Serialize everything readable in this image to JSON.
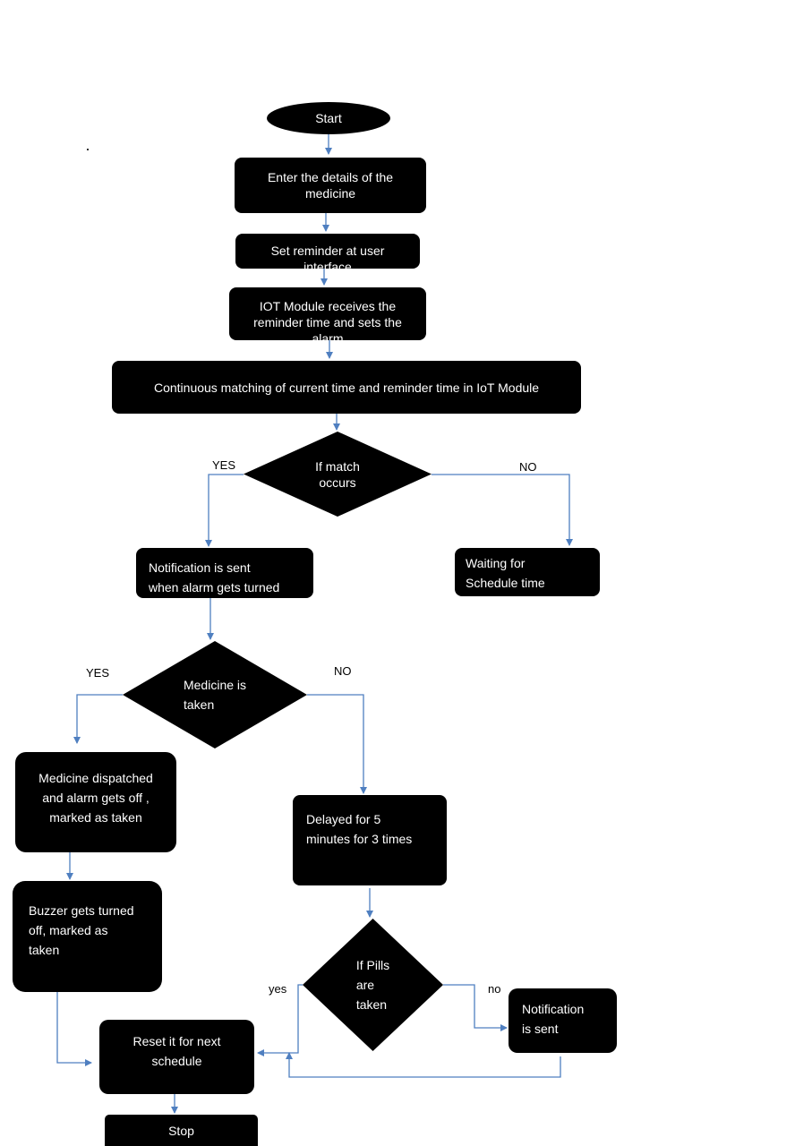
{
  "nodes": {
    "start": "Start",
    "enter_details": "Enter the details of the\nmedicine",
    "set_reminder": "Set reminder at user\ninterface",
    "iot_receives": "IOT Module receives the\nreminder time and sets the\nalarm",
    "continuous_matching": "Continuous matching of current time and reminder time in IoT Module",
    "if_match": "If match\noccurs",
    "notification_sent_alarm": "Notification is sent\nwhen alarm gets turned",
    "waiting": "Waiting for\nSchedule time",
    "medicine_taken": "Medicine is\ntaken",
    "medicine_dispatched": "Medicine dispatched\nand alarm gets off ,\nmarked as taken",
    "delayed": "Delayed for 5\nminutes for 3 times",
    "buzzer_off": "Buzzer gets turned\noff, marked as\ntaken",
    "if_pills_taken": "If Pills\nare\ntaken",
    "notification_sent_2": "Notification\nis sent",
    "reset": "Reset it for next\nschedule",
    "stop": "Stop"
  },
  "edge_labels": {
    "match_yes": "YES",
    "match_no": "NO",
    "medicine_yes": "YES",
    "medicine_no": "NO",
    "pills_yes": "yes",
    "pills_no": "no"
  },
  "colors": {
    "node_fill": "#000000",
    "node_text": "#ffffff",
    "connector": "#4f7fc0"
  }
}
